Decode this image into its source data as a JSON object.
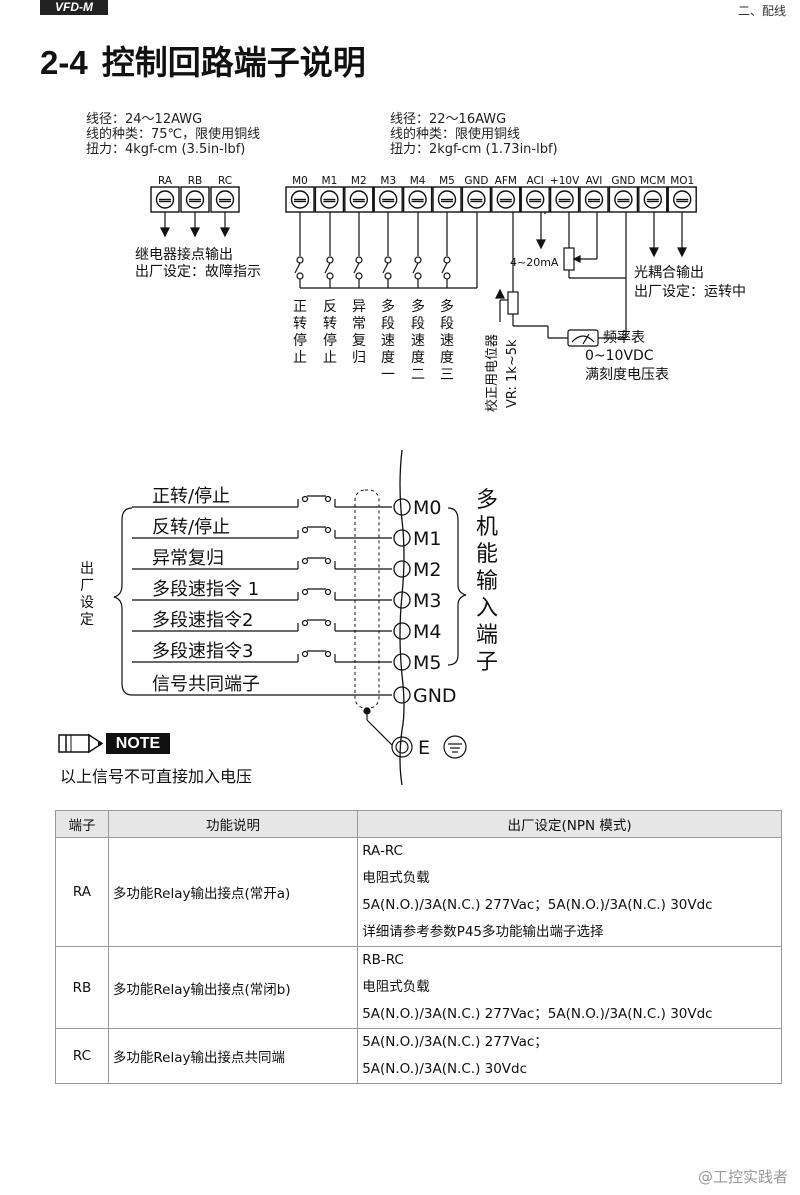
{
  "header": {
    "logo": "VFD-M",
    "chapter": "二、配线"
  },
  "section": {
    "number": "2-4",
    "title": "控制回路端子说明"
  },
  "relay_spec": [
    "线径：24～12AWG",
    "线的种类：75℃，限使用铜线",
    "扭力：4kgf-cm (3.5in-lbf)"
  ],
  "control_spec": [
    "线径：22～16AWG",
    "线的种类：限使用铜线",
    "扭力：2kgf-cm (1.73in-lbf)"
  ],
  "diagram1": {
    "relay_terminals": [
      "RA",
      "RB",
      "RC"
    ],
    "control_terminals": [
      "M0",
      "M1",
      "M2",
      "M3",
      "M4",
      "M5",
      "GND",
      "AFM",
      "ACI",
      "+10V",
      "AVI",
      "GND",
      "MCM",
      "MO1"
    ],
    "relay_note": [
      "继电器接点输出",
      "出厂设定：故障指示"
    ],
    "input_labels": [
      "正转停止",
      "反转停止",
      "异常复归",
      "多段速度一",
      "多段速度二",
      "多段速度三"
    ],
    "aci_label": "4~20mA",
    "vr_label": "校正用电位器",
    "vr_value": "VR: 1k~5k",
    "meter_label": [
      "频率表",
      "0~10VDC",
      "满刻度电压表"
    ],
    "mo_note": [
      "光耦合输出",
      "出厂设定：运转中"
    ]
  },
  "diagram2": {
    "side_label": "出厂设定",
    "functions": [
      "正转/停止",
      "反转/停止",
      "异常复归",
      "多段速指令 1",
      "多段速指令2",
      "多段速指令3",
      "信号共同端子"
    ],
    "terminals": [
      "M0",
      "M1",
      "M2",
      "M3",
      "M4",
      "M5",
      "GND"
    ],
    "group_label": "多机能输入端子",
    "earth_label": "E"
  },
  "note": {
    "badge": "NOTE",
    "text": "以上信号不可直接加入电压"
  },
  "table": {
    "headers": [
      "端子",
      "功能说明",
      "出厂设定(NPN 模式)"
    ],
    "rows": [
      {
        "terminal": "RA",
        "function": "多功能Relay输出接点(常开a)",
        "settings": [
          "RA-RC",
          "电阻式负载",
          "5A(N.O.)/3A(N.C.) 277Vac；5A(N.O.)/3A(N.C.) 30Vdc",
          "详细请参考参数P45多功能输出端子选择"
        ]
      },
      {
        "terminal": "RB",
        "function": "多功能Relay输出接点(常闭b)",
        "settings": [
          "RB-RC",
          "电阻式负载",
          "5A(N.O.)/3A(N.C.) 277Vac；5A(N.O.)/3A(N.C.) 30Vdc"
        ]
      },
      {
        "terminal": "RC",
        "function": "多功能Relay输出接点共同端",
        "settings": [
          "5A(N.O.)/3A(N.C.) 277Vac；",
          "5A(N.O.)/3A(N.C.) 30Vdc"
        ]
      }
    ]
  },
  "watermark": "@工控实践者"
}
